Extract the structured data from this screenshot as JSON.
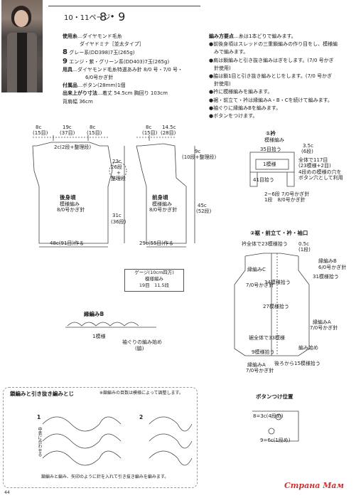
{
  "header": {
    "page_label": "10・11ページ",
    "model_number": "8・9"
  },
  "materials": {
    "yarn_label": "使用糸",
    "yarn": "…ダイヤモンド毛糸",
    "yarn2": "ダイヤドミナ［並太タイプ］",
    "m8_num": "8",
    "m8": "グレー系(DD398)7玉(265g)",
    "m9_num": "9",
    "m9": "エンジ・紫・グリーン系(DD403)7玉(265g)",
    "tools_label": "用具",
    "tools": "…ダイヤモンド毛糸特選あみ針 8/0 号・7/0 号・",
    "tools2": "6/0号かぎ針",
    "notions_label": "付属品",
    "notions": "…ボタン(28mm)1個",
    "size_label": "出来上がり寸法",
    "size": "…着丈 54.5cm 胸回り 103cm",
    "size2": "背肩幅 36cm"
  },
  "steps": {
    "head": "編み方要点",
    "head_rest": "…糸は1本どりで編みます。",
    "lines": [
      "●前後身頃はスレッドの三重鎖編みの作り目をし、模様編",
      "　みで編みます。",
      "●肩は鎖編みと引き抜き編みはぎをします。(7/0 号かぎ",
      "　針使用)",
      "●脇は鎖1目と引き抜き編みとじをします。(7/0 号かぎ",
      "　針使用)",
      "●衿に模様編みを編みます。",
      "●裾・前立て・衿は縁編みA・B・Cを続けて編みます。",
      "●袖ぐりに縁編みBを編みます。",
      "●ボタンをつけます。"
    ]
  },
  "back": {
    "w1": "8c",
    "w1r": "(15目)",
    "w2": "19c",
    "w2r": "(37目)",
    "w3": "8c",
    "w3r": "(15目)",
    "neck": "2c(2段+整理段)",
    "armhole": "23c",
    "armhole_rows": "26段",
    "plus": "+",
    "adj": "整理段",
    "side": "31c",
    "side_rows": "(36段)",
    "name": "後身頃",
    "stitch": "模様編み",
    "needle": "8/0号かぎ針",
    "bottom": "48c(91目)作る"
  },
  "front": {
    "w1": "8c",
    "w1r": "(15目)",
    "w2": "14.5c",
    "w2r": "(28目)",
    "neck": "9c",
    "neck_rows": "(10段+整理段)",
    "len": "45c",
    "len_rows": "(52段)",
    "name": "前身頃",
    "stitch": "模様編み",
    "needle": "8/0号かぎ針",
    "bottom": "29c(55目)作る"
  },
  "gauge": {
    "title": "ゲージ(10cm四方)",
    "line2": "模様編み",
    "line3": "19目　11.5段"
  },
  "edgingB": {
    "title": "縁編みB",
    "rep": "1模様",
    "note1": "袖ぐりの編み始め",
    "note2": "(脇)"
  },
  "collar": {
    "title": "①衿",
    "sub": "模様編み",
    "w": "35目拾う",
    "side1": "3.5c",
    "side1r": "(6段)",
    "pattern": "1模様",
    "note1": "全体で117目",
    "note2": "(23模様+2目)",
    "note3": "4段めの模様の穴を",
    "note4": "ボタン穴として利用",
    "left": "41目拾う",
    "rows1": "2~6段 7/0号かぎ針",
    "rows2": "1段　8/0号かぎ針"
  },
  "edging": {
    "title": "②裾・前立て・衿・袖口",
    "top": "衿全体で23模様拾う",
    "top2": "0.5c",
    "top3": "(1段)",
    "c_label": "縁編みC",
    "c_needle": "7/0号かぎ針",
    "a_label": "縁編みA",
    "pick34": "34模様拾う",
    "pick27": "27模様拾う",
    "pick31": "31模様拾う",
    "b_label": "縁編みB",
    "b_needle": "6/0号かぎ針",
    "body33": "裾全体で33模様",
    "pick9": "9模様拾う",
    "bottom_a": "縁編みA",
    "bottom_a2": "7/0号かぎ針",
    "start": "編み始め",
    "back15": "後ろから15模様拾う",
    "a_right": "縁編みA",
    "a_right2": "7/0号かぎ針"
  },
  "seam": {
    "title": "鎖編みと引き抜き編みとじ",
    "note": "※鎖編みの目数は模様によって調整します。",
    "step1": "1",
    "step2": "2",
    "side_label": "中表に合わせる",
    "caption": "鎖編みと編み、矢印のように針を入れて引き抜き編みを編みます。"
  },
  "button": {
    "title": "ボタンつけ位置",
    "l8": "8=3c(4段め)",
    "l9": "9=6c(1段め)"
  },
  "page_number": "44",
  "watermark": "Страна Мам"
}
